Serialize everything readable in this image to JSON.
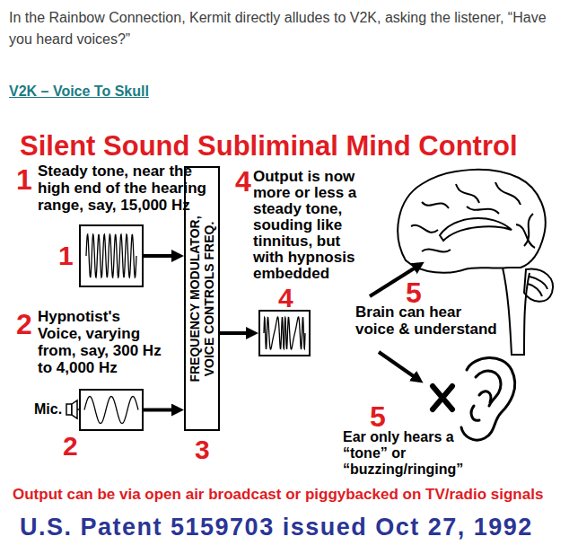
{
  "diagram": {
    "title": "Silent Sound Subliminal Mind Control",
    "nodes": [
      {
        "text": [
          "1"
        ]
      },
      {
        "text": [
          "2"
        ]
      },
      {
        "text": [
          "FREQUENCY MODULATOR, VOICE CONTROLS FREQ.",
          "3"
        ]
      },
      {
        "text": [
          "4"
        ]
      }
    ],
    "edges": [
      {
        "from": 0,
        "to": 2,
        "arrow": "to"
      },
      {
        "from": 1,
        "to": 2,
        "arrow": "to"
      },
      {
        "from": 2,
        "to": 3,
        "arrow": "to"
      }
    ],
    "labels": [
      "In the Rainbow Connection, Kermit directly alludes to V2K, asking the listener, “Have you heard voices?”",
      "V2K – Voice To Skull",
      "1",
      "Steady tone, near the high end of the hearing range, say, 15,000 Hz",
      "2",
      "Hypnotist's Voice, varying from, say, 300 Hz to 4,000 Hz",
      "Mic.",
      "4",
      "Output is now more or less a steady tone, souding like tinnitus, but with hypnosis embedded",
      "5",
      "Brain can hear voice & understand",
      "5",
      "Ear only hears a “tone” or “buzzing/ringing”",
      "Output can be via open air broadcast or piggybacked on TV/radio signals",
      "U.S. Patent 5159703 issued Oct 27, 1992"
    ]
  }
}
